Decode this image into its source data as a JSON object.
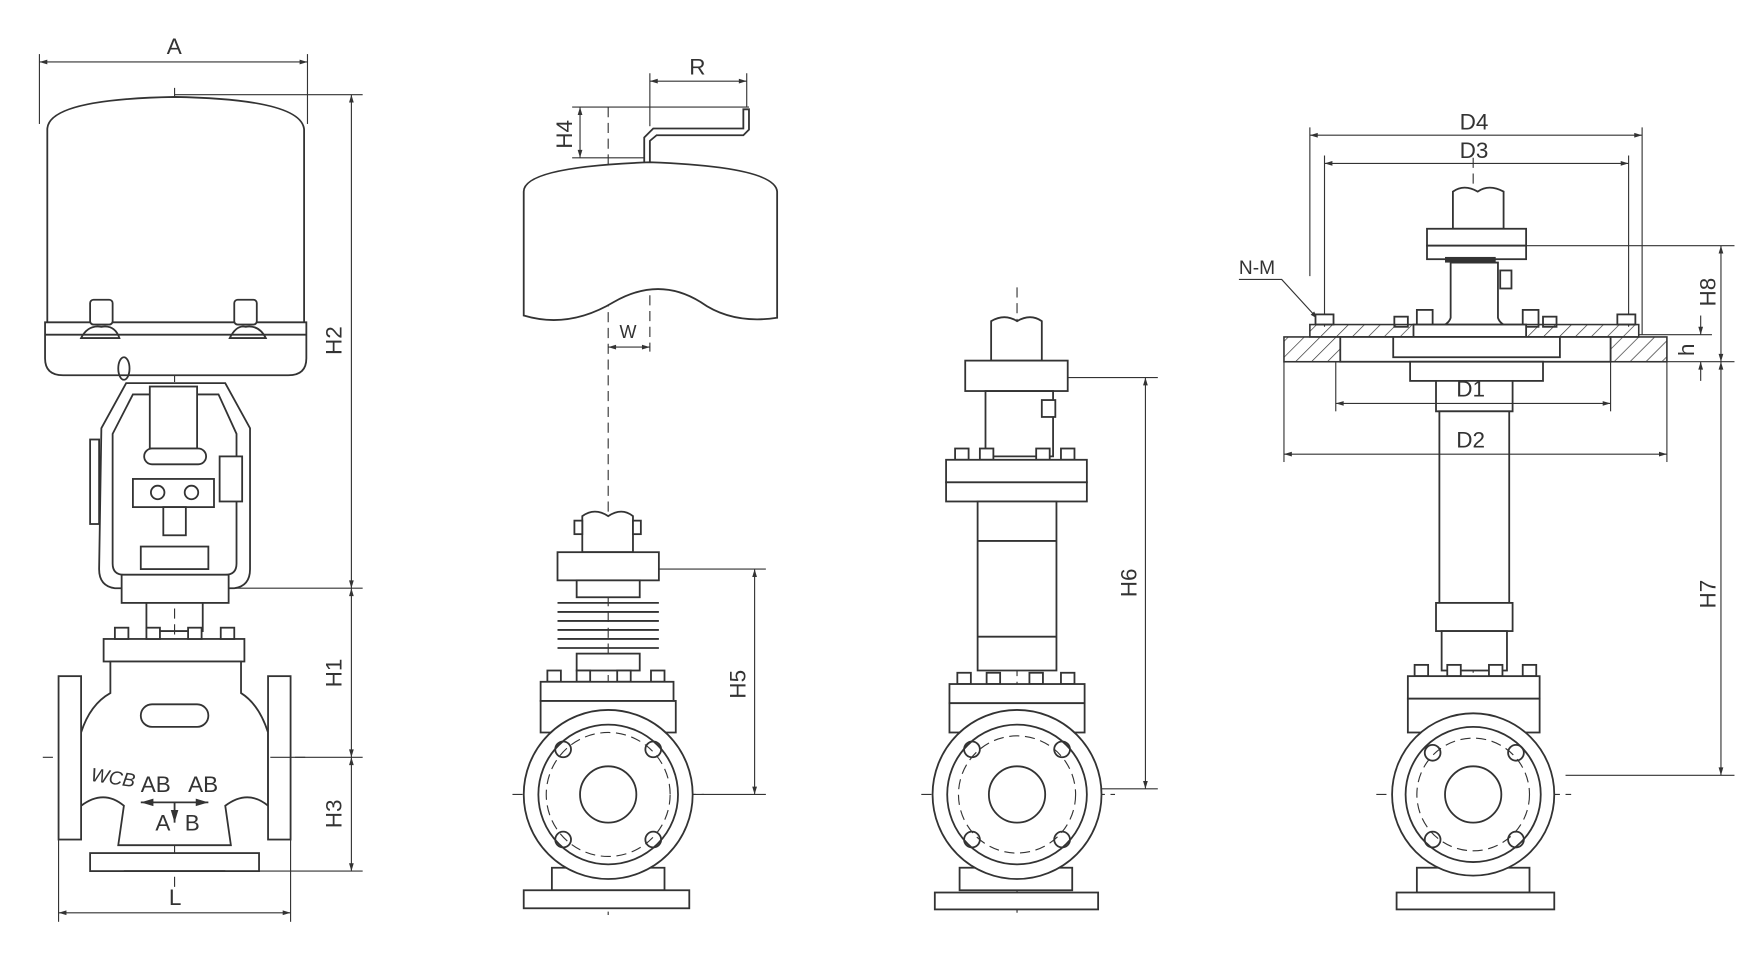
{
  "title": "Electric control valve dimension drawing",
  "views": {
    "front": {
      "width_label": "A",
      "height_label": "H2",
      "body_height_label": "H1",
      "lower_height_label": "H3",
      "length_label": "L",
      "material_mark": "WCB",
      "port_left": "AB",
      "port_right": "AB",
      "port_a": "A",
      "port_b": "B"
    },
    "side_standard": {
      "lever_label": "R",
      "lever_height_label": "H4",
      "offset_label": "W",
      "height_label": "H5"
    },
    "side_extended": {
      "height_label": "H6"
    },
    "side_jacketed": {
      "outer_diameter_label": "D4",
      "bolt_circle_label": "D3",
      "bolt_spec_label": "N-M",
      "flange_height_label": "H8",
      "thickness_label": "h",
      "inner_diameter_label": "D1",
      "flange_diameter_label": "D2",
      "height_label": "H7"
    }
  },
  "colors": {
    "line": "#333333",
    "background": "#ffffff"
  }
}
